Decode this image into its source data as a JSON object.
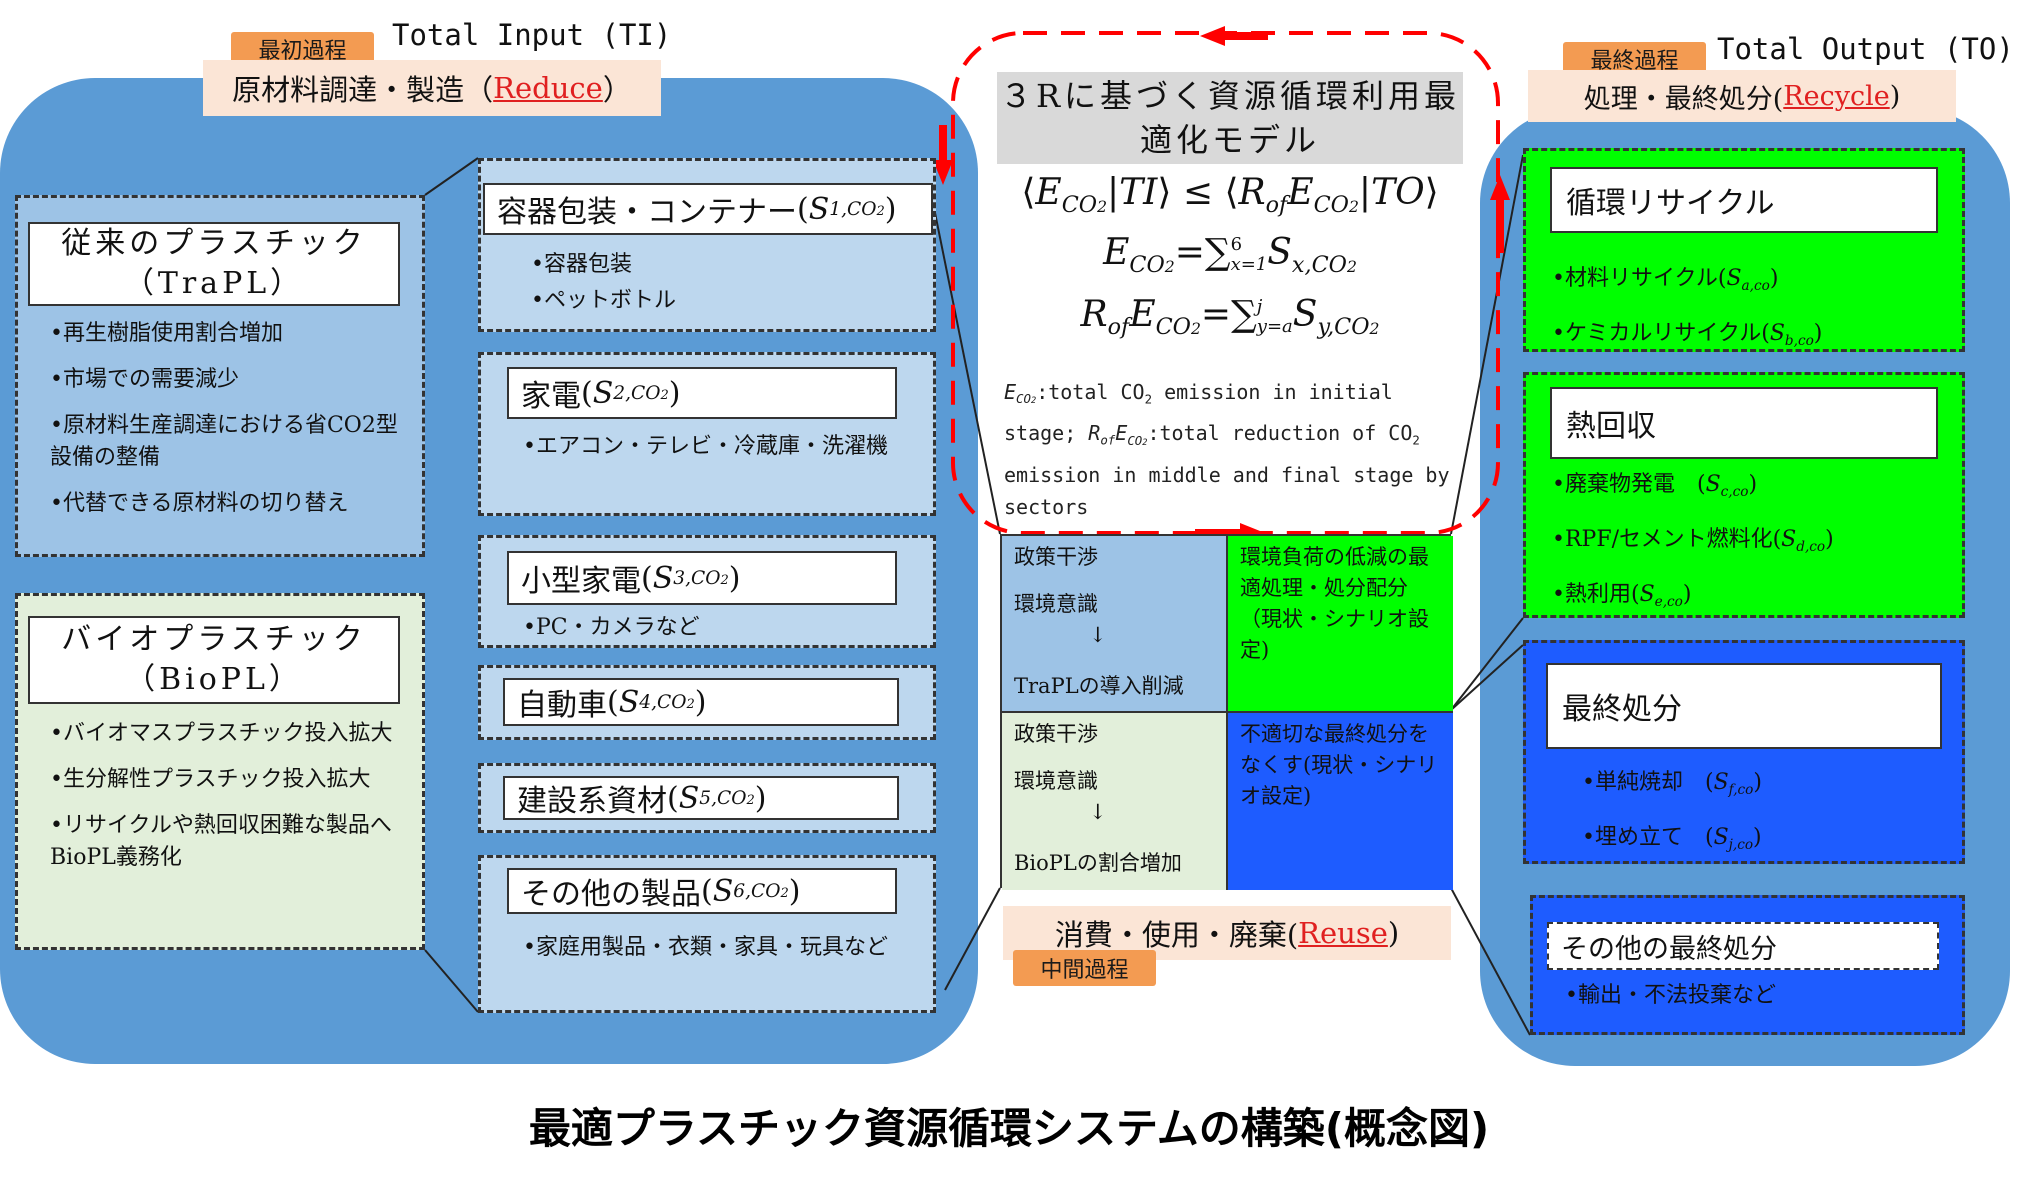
{
  "caption": "最適プラスチック資源循環システムの構築(概念図)",
  "input_stage": {
    "tag": "最初過程",
    "label": "Total Input (TI)",
    "stage_prefix": "原材料調達・製造（",
    "stage_keyword": "Reduce",
    "stage_suffix": "）"
  },
  "output_stage": {
    "tag": "最終過程",
    "label": "Total Output (TO)",
    "stage_prefix": "処理・最終処分(",
    "stage_keyword": "Recycle",
    "stage_suffix": ")"
  },
  "middle_stage": {
    "tag": "中間過程",
    "stage_prefix": "消費・使用・廃棄(",
    "stage_keyword": "Reuse",
    "stage_suffix": ")"
  },
  "trapl": {
    "title_line1": "従来のプラスチック",
    "title_line2": "（TraPL）",
    "bullets": [
      "•再生樹脂使用割合増加",
      "•市場での需要減少",
      "•原材料生産調達における省CO2型設備の整備",
      "•代替できる原材料の切り替え"
    ]
  },
  "biopl": {
    "title_line1": "バイオプラスチック",
    "title_line2": "（BioPL）",
    "bullets": [
      "•バイオマスプラスチック投入拡大",
      "•生分解性プラスチック投入拡大",
      "•リサイクルや熱回収困難な製品へBioPL義務化"
    ]
  },
  "sectors": [
    {
      "name": "容器包装・コンテナー",
      "sym": "S",
      "sub": "1,CO",
      "sub2": "2",
      "bullets": [
        "•容器包装",
        "•ペットボトル"
      ]
    },
    {
      "name": "家電",
      "sym": "S",
      "sub": "2,CO",
      "sub2": "2",
      "bullets": [
        "•エアコン・テレビ・冷蔵庫・洗濯機"
      ]
    },
    {
      "name": "小型家電",
      "sym": "S",
      "sub": "3,CO",
      "sub2": "2",
      "bullets": [
        "•PC・カメラなど"
      ]
    },
    {
      "name": "自動車",
      "sym": "S",
      "sub": "4,CO",
      "sub2": "2",
      "bullets": []
    },
    {
      "name": "建設系資材",
      "sym": "S",
      "sub": "5,CO",
      "sub2": "2",
      "bullets": []
    },
    {
      "name": "その他の製品",
      "sym": "S",
      "sub": "6,CO",
      "sub2": "2",
      "bullets": [
        "•家庭用製品・衣類・家具・玩具など"
      ]
    }
  ],
  "model": {
    "title": "３Rに基づく資源循環利用最適化モデル",
    "desc_1": ":total CO",
    "desc_2": " emission in initial stage; ",
    "desc_3": ":total reduction of CO",
    "desc_4": " emission in middle and final stage by sectors"
  },
  "matrix": {
    "tl_lines": [
      "政策干渉",
      "環境意識",
      "↓",
      "TraPLの導入削減"
    ],
    "bl_lines": [
      "政策干渉",
      "環境意識",
      "↓",
      "BioPLの割合増加"
    ],
    "tr_text": "環境負荷の低減の最適処理・処分配分（現状・シナリオ設定)",
    "br_text": "不適切な最終処分をなくす(現状・シナリオ設定)"
  },
  "outputs": [
    {
      "title": "循環リサイクル",
      "items": [
        {
          "t": "•材料リサイクル(",
          "s": "a,co",
          "e": ")"
        },
        {
          "t": "•ケミカルリサイクル(",
          "s": "b,co",
          "e": ")"
        }
      ]
    },
    {
      "title": "熱回収",
      "items": [
        {
          "t": "•廃棄物発電　(",
          "s": "c,co",
          "e": ")"
        },
        {
          "t": "•RPF/セメント燃料化(",
          "s": "d,co",
          "e": ")"
        },
        {
          "t": "•熱利用(",
          "s": "e,co",
          "e": ")"
        }
      ]
    },
    {
      "title": "最終処分",
      "items": [
        {
          "t": "•単純焼却　(",
          "s": "f,co",
          "e": ")"
        },
        {
          "t": "•埋め立て　(",
          "s": "j,co",
          "e": ")"
        }
      ]
    },
    {
      "title": "その他の最終処分",
      "items": [
        {
          "t": "•輸出・不法投棄など",
          "s": "",
          "e": ""
        }
      ]
    }
  ],
  "colors": {
    "panel": "#5b9bd5",
    "accent_red": "#ff0000",
    "green": "#00ff00",
    "blue": "#1e5cff",
    "tag": "#f39b52"
  }
}
